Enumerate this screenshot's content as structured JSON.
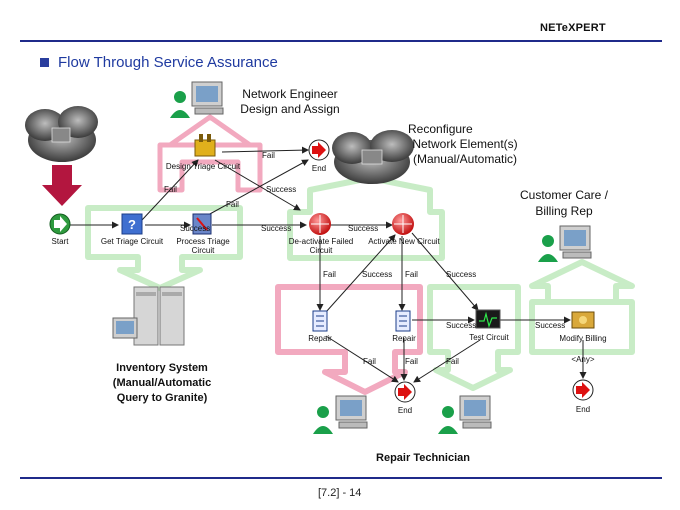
{
  "brand": "NETeXPERT",
  "title": "Flow Through Service Assurance",
  "footer": "[7.2] - 14",
  "nodes": {
    "start": "Start",
    "get_triage": "Get Triage Circuit",
    "process_triage_1": "Process Triage",
    "process_triage_2": "Circuit",
    "design_triage": "Design Triage Circuit",
    "end_top": "End",
    "deactivate_1": "De-activate Failed",
    "deactivate_2": "Circuit",
    "activate_new": "Activate New Circuit",
    "repair_left": "Repair",
    "repair_right": "Repair",
    "test_circuit": "Test Circuit",
    "modify_billing": "Modify Billing",
    "any": "<Any>",
    "end_bottom": "End",
    "end_right": "End"
  },
  "edges": {
    "fail": "Fail",
    "success": "Success"
  },
  "actors": {
    "net_eng_1": "Network Engineer",
    "net_eng_2": "Design and Assign",
    "reconf_1": "Reconfigure",
    "reconf_2": "Network Element(s)",
    "reconf_3": "(Manual/Automatic)",
    "cust_1": "Customer Care /",
    "cust_2": "Billing Rep",
    "inv_1": "Inventory System",
    "inv_2": "(Manual/Automatic",
    "inv_3": "Query to Granite)",
    "repair_tech": "Repair Technician"
  },
  "colors": {
    "accent": "#1f2a8a",
    "green_arrow": "#c8ecc6",
    "pink_arrow": "#f2a9bf",
    "down_arrow": "#b3163f"
  }
}
